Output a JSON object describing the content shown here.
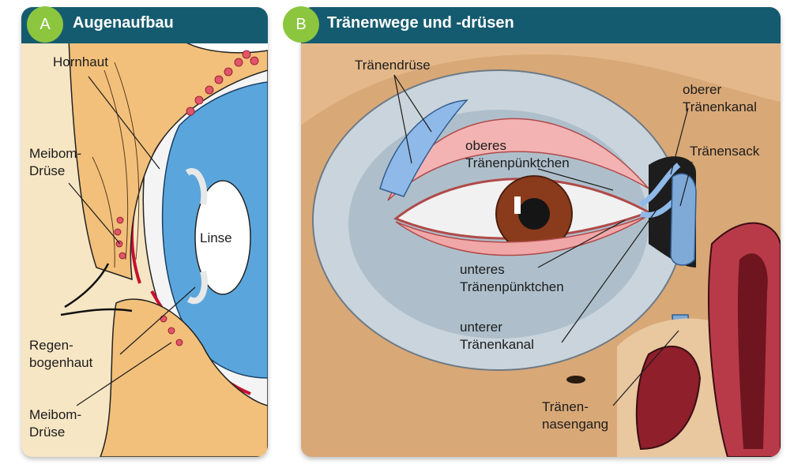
{
  "panel_a": {
    "badge": "A",
    "title": "Augenaufbau",
    "labels": {
      "hornhaut": "Hornhaut",
      "meibom_1_line1": "Meibom-",
      "meibom_1_line2": "Drüse",
      "linse": "Linse",
      "regen_line1": "Regen-",
      "regen_line2": "bogenhaut",
      "meibom_2_line1": "Meibom-",
      "meibom_2_line2": "Drüse"
    }
  },
  "panel_b": {
    "badge": "B",
    "title": "Tränenwege und -drüsen",
    "labels": {
      "traenendruese": "Tränendrüse",
      "oberes_line1": "oberes",
      "oberes_line2": "Tränenpünktchen",
      "oberer_kanal_line1": "oberer",
      "oberer_kanal_line2": "Tränenkanal",
      "traenensack": "Tränensack",
      "unteres_line1": "unteres",
      "unteres_line2": "Tränenpünktchen",
      "unterer_kanal_line1": "unterer",
      "unterer_kanal_line2": "Tränenkanal",
      "nasengang_line1": "Tränen-",
      "nasengang_line2": "nasengang"
    }
  },
  "colors": {
    "header": "#155b70",
    "badge": "#8cc63f",
    "skin": "#d9a877",
    "cornea_blue": "#5aa6dc",
    "tissue_red": "#c8102e",
    "iris": "#8a3b1c"
  }
}
